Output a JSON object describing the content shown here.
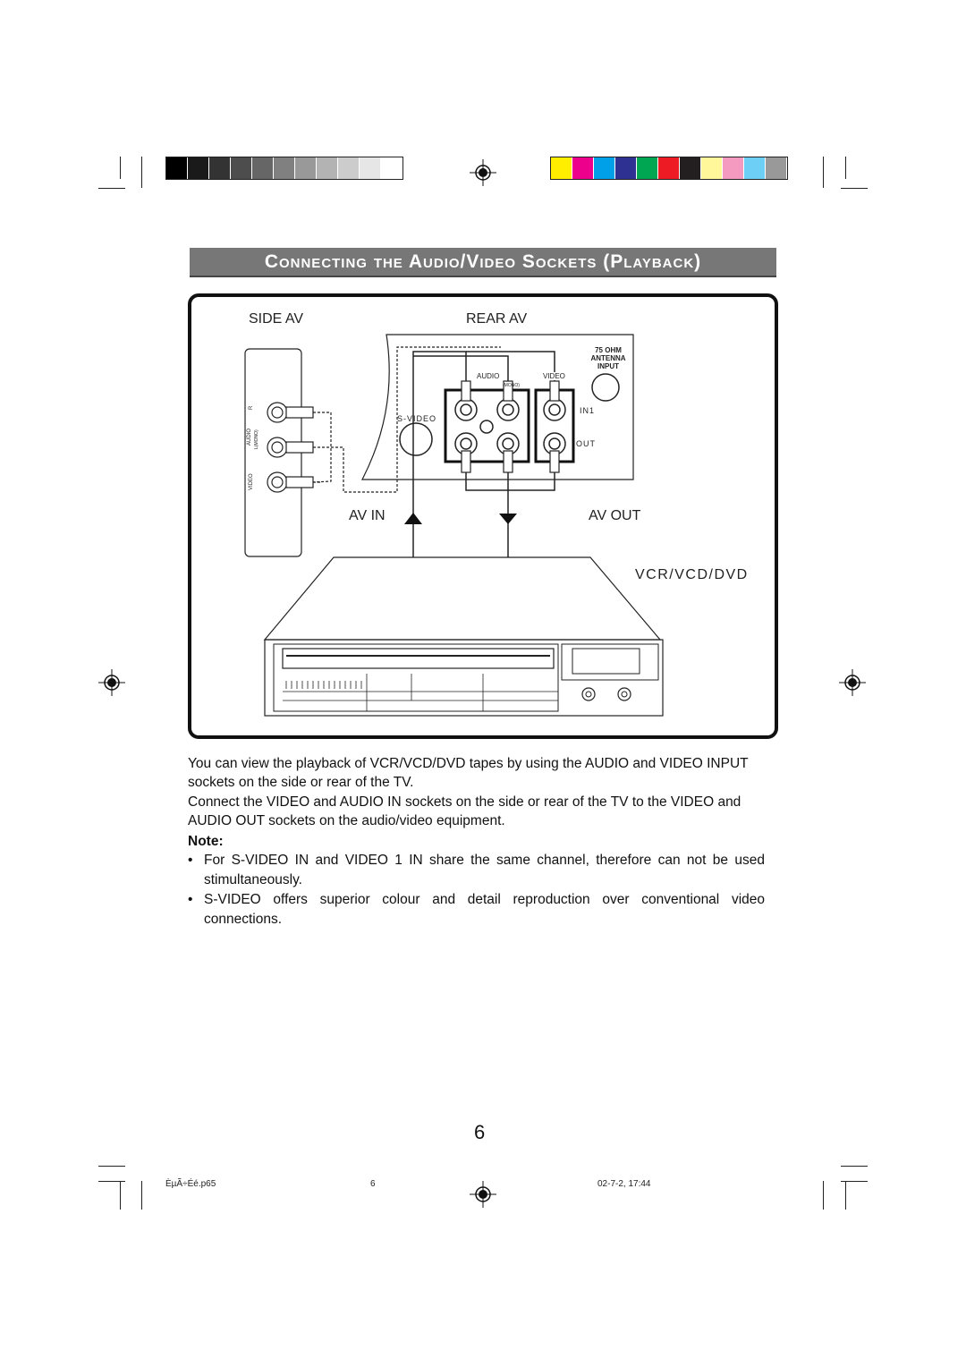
{
  "title": "Connecting the Audio/Video Sockets (Playback)",
  "diagram": {
    "side_av": "SIDE AV",
    "rear_av": "REAR AV",
    "antenna": [
      "75 OHM",
      "ANTENNA",
      "INPUT"
    ],
    "audio": "AUDIO",
    "video": "VIDEO",
    "mono": "(MONO)",
    "svideo": "S-VIDEO",
    "in1": "IN1",
    "out": "OUT",
    "av_in": "AV IN",
    "av_out": "AV OUT",
    "device": "VCR/VCD/DVD",
    "side_r": "R",
    "side_audio": "AUDIO",
    "side_lmono": "L(MONO)",
    "side_video": "VIDEO"
  },
  "paragraphs": [
    "You can view the playback of VCR/VCD/DVD tapes by using the AUDIO and VIDEO INPUT sockets on the side or rear of the TV.",
    "Connect the VIDEO and AUDIO IN sockets on the side or rear of the TV to the VIDEO and AUDIO OUT sockets on the audio/video equipment."
  ],
  "note_label": "Note:",
  "notes": [
    "For S-VIDEO IN and VIDEO 1 IN share the same channel, therefore can not be used stimultaneously.",
    "S-VIDEO offers superior colour and detail reproduction over conventional video connections."
  ],
  "page_number": "6",
  "footer": {
    "file": "ÈµÃ÷Éé.p65",
    "page": "6",
    "datetime": "02-7-2, 17:44"
  },
  "colors": {
    "gray_swatches": [
      "#000000",
      "#1a1a1a",
      "#333333",
      "#4d4d4d",
      "#666666",
      "#808080",
      "#999999",
      "#b3b3b3",
      "#cccccc",
      "#e6e6e6",
      "#ffffff"
    ],
    "color_swatches": [
      "#ffee00",
      "#ec008c",
      "#00a0e9",
      "#2e3192",
      "#00a651",
      "#ed1c24",
      "#231f20",
      "#fff799",
      "#f49ac1",
      "#6dcff6",
      "#999999"
    ],
    "banner": "#777777"
  }
}
